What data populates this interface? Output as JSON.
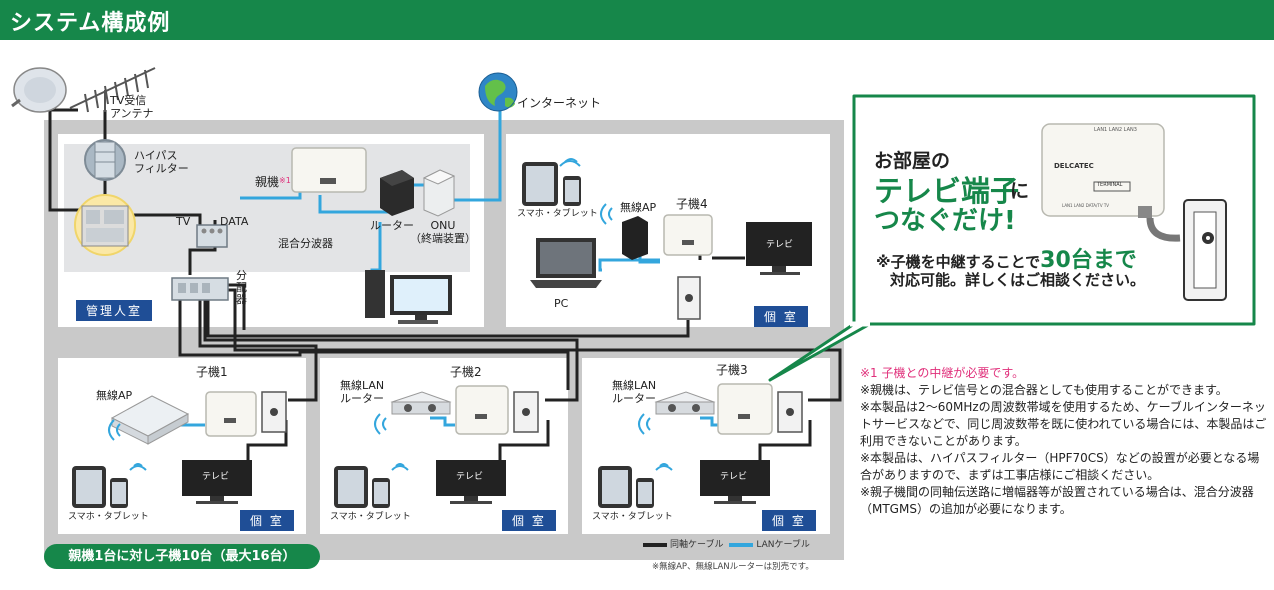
{
  "header": {
    "title": "システム構成例"
  },
  "labels": {
    "tv_antenna": "TV受信\nアンテナ",
    "internet": "インターネット",
    "highpass_filter": "ハイパス\nフィルター",
    "parent": "親機",
    "parent_mark": "※1",
    "tv": "TV",
    "data": "DATA",
    "router": "ルーター",
    "onu": "ONU\n（終端装置）",
    "mixer": "混合分波器",
    "splitter": "分\n配\n器",
    "admin_room": "管理人室",
    "smartphone_tablet": "スマホ・タブレット",
    "wireless_ap": "無線AP",
    "pc": "PC",
    "tv_set": "テレビ",
    "wireless_lan_router": "無線LAN\nルーター",
    "private_room": "個 室",
    "child1": "子機1",
    "child2": "子機2",
    "child3": "子機3",
    "child4": "子機4"
  },
  "callout": {
    "line1": "お部屋の",
    "line2": "テレビ端子",
    "line2b": "に",
    "line3": "つなぐだけ!",
    "relay_prefix": "※子機を中継することで",
    "relay_big": "30台まで",
    "relay_suffix": "対応可能。詳しくはご相談ください。"
  },
  "device_ports": {
    "top": "LAN1  LAN2  LAN3",
    "brand": "DELCATEC",
    "badge": "TERMINAL",
    "bottom": "LAN1    LAN2    DATA/TV    TV"
  },
  "notes": [
    "※1 子機との中継が必要です。",
    "※親機は、テレビ信号との混合器としても使用することができます。",
    "※本製品は2〜60MHzの周波数帯域を使用するため、ケーブルインターネットサービスなどで、同じ周波数帯を既に使われている場合には、本製品はご利用できないことがあります。",
    "※本製品は、ハイパスフィルター（HPF70CS）などの設置が必要となる場合がありますので、まずは工事店様にご相談ください。",
    "※親子機間の同軸伝送路に増幅器等が設置されている場合は、混合分波器（MTGMS）の追加が必要になります。"
  ],
  "bottom_pill": "親機1台に対し子機10台（最大16台）",
  "legend": {
    "coax": "同軸ケーブル",
    "lan": "LANケーブル"
  },
  "sold_separately": "※無線AP、無線LANルーターは別売です。",
  "colors": {
    "green": "#16874a",
    "navy": "#1f4e96",
    "coax": "#222222",
    "lan": "#33a6dd",
    "pink": "#e0307b"
  }
}
